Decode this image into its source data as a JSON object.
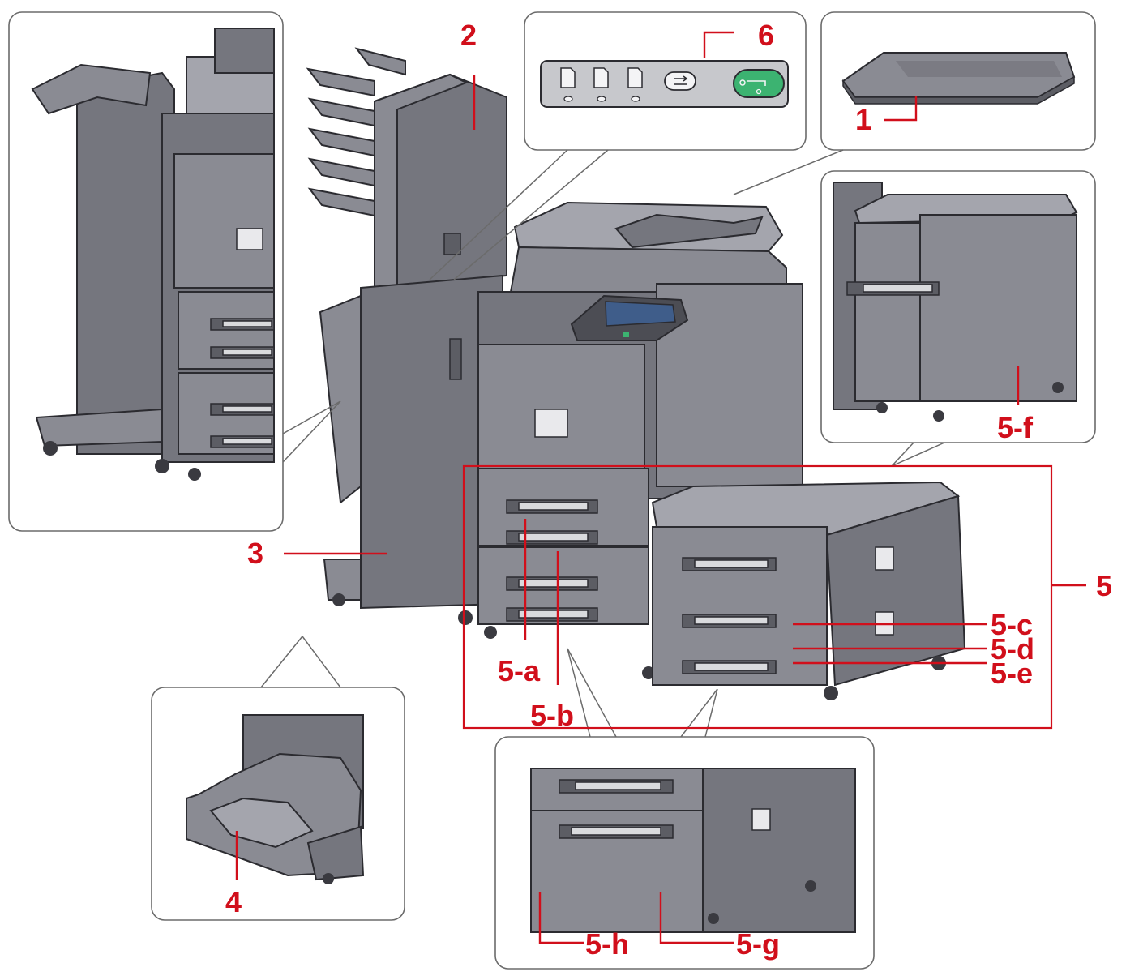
{
  "labels": {
    "l1": "1",
    "l2": "2",
    "l3": "3",
    "l4": "4",
    "l5": "5",
    "l5a": "5-a",
    "l5b": "5-b",
    "l5c": "5-c",
    "l5d": "5-d",
    "l5e": "5-e",
    "l5f": "5-f",
    "l5g": "5-g",
    "l5h": "5-h",
    "l6": "6"
  },
  "colors": {
    "callout": "#d10f1b",
    "panel_border": "#6b6b6b",
    "machine_body": "#75767e",
    "start_button": "#3cb371"
  },
  "icons": {
    "op_panel_paper_1": "paper-icon",
    "op_panel_paper_2": "paper-icon",
    "op_panel_paper_3": "paper-icon",
    "op_panel_cycle": "cycle-icon",
    "op_panel_start": "start-icon"
  }
}
